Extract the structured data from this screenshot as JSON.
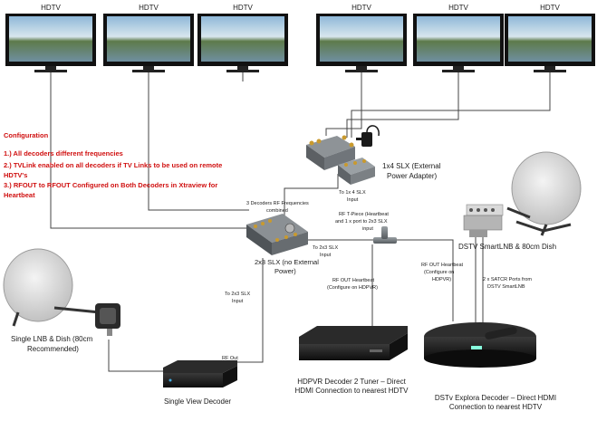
{
  "tv_label": "HDTV",
  "config": {
    "title": "Configuration",
    "lines": [
      "1.) All decoders different frequencies",
      "2.) TVLink enabled on all decoders if TV Links to be used on remote",
      "HDTV's",
      "3.) RFOUT to RFOUT Configured on Both Decoders in Xtraview for",
      "Heartbeat"
    ]
  },
  "labels": {
    "slx_1x4": [
      "1x4 SLX (External",
      "Power Adapter)"
    ],
    "to_1x4_slx": [
      "To 1x 4 SLX",
      "Input"
    ],
    "three_decoders": [
      "3 Decoders RF Frequencies",
      "combined"
    ],
    "t_piece": [
      "RF T-Piece (Heartbeat",
      "and 1 x port to 2x3 SLX",
      "input"
    ],
    "to_2x3_slx_a": [
      "To 2x3 SLX",
      "Input"
    ],
    "to_2x3_slx_b": [
      "To 2x3 SLX",
      "Input"
    ],
    "slx_2x3": [
      "2x3 SLX (no External",
      "Power)"
    ],
    "rf_out_heartbeat_hdpvr": [
      "RF OUT Heartbeat",
      "(Configure on HDPVR)"
    ],
    "rf_out_heartbeat_b": [
      "RF OUT Heartbeat",
      "(Configure on",
      "HDPVR)"
    ],
    "satcr_ports": [
      "2 x SATCR Ports from",
      "DSTV SmartLNB"
    ],
    "smartlnb_dish": "DSTV SmartLNB & 80cm Dish",
    "single_lnb": [
      "Single LNB & Dish (80cm",
      "Recommended)"
    ],
    "rf_out": "RF Out",
    "single_view": "Single View Decoder",
    "hdpvr": [
      "HDPVR Decoder 2 Tuner – Direct",
      "HDMI Connection to nearest HDTV"
    ],
    "explora": [
      "DSTv Explora Decoder – Direct HDMI",
      "Connection to nearest HDTV"
    ]
  },
  "colors": {
    "config_red": "#d01010",
    "wire": "#444444",
    "tv_frame": "#111111"
  }
}
